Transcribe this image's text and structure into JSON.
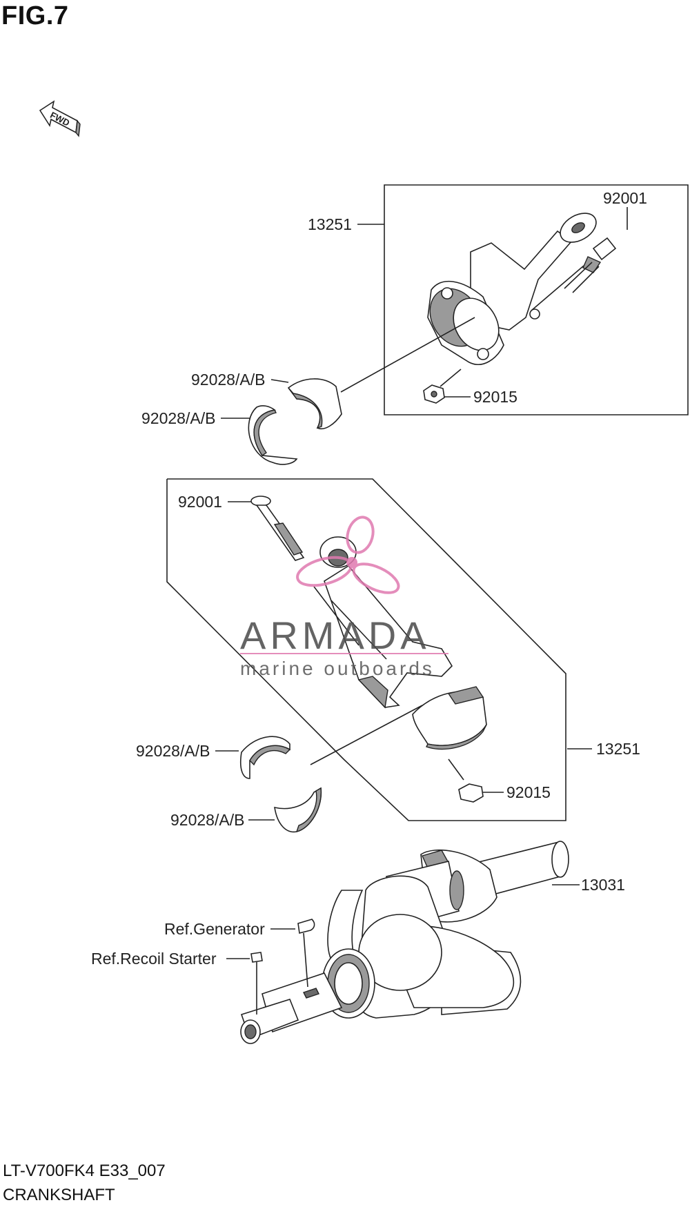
{
  "figure": {
    "title": "FIG.7",
    "direction_label": "FWD"
  },
  "labels": {
    "rod_upper": "13251",
    "bolt_upper": "92001",
    "bearing_upper_1": "92028/A/B",
    "bearing_upper_2": "92028/A/B",
    "nut_upper": "92015",
    "bolt_lower": "92001",
    "bearing_lower_1": "92028/A/B",
    "bearing_lower_2": "92028/A/B",
    "rod_lower": "13251",
    "nut_lower": "92015",
    "crankshaft": "13031",
    "ref_generator": "Ref.Generator",
    "ref_recoil": "Ref.Recoil Starter"
  },
  "watermark": {
    "brand": "ARMADA",
    "tagline": "marine outboards"
  },
  "footer": {
    "model": "LT-V700FK4 E33_007",
    "name": "CRANKSHAFT"
  },
  "colors": {
    "line": "#222222",
    "watermark_pink": "#e07ab0",
    "part_shade": "#9a9a9a"
  }
}
